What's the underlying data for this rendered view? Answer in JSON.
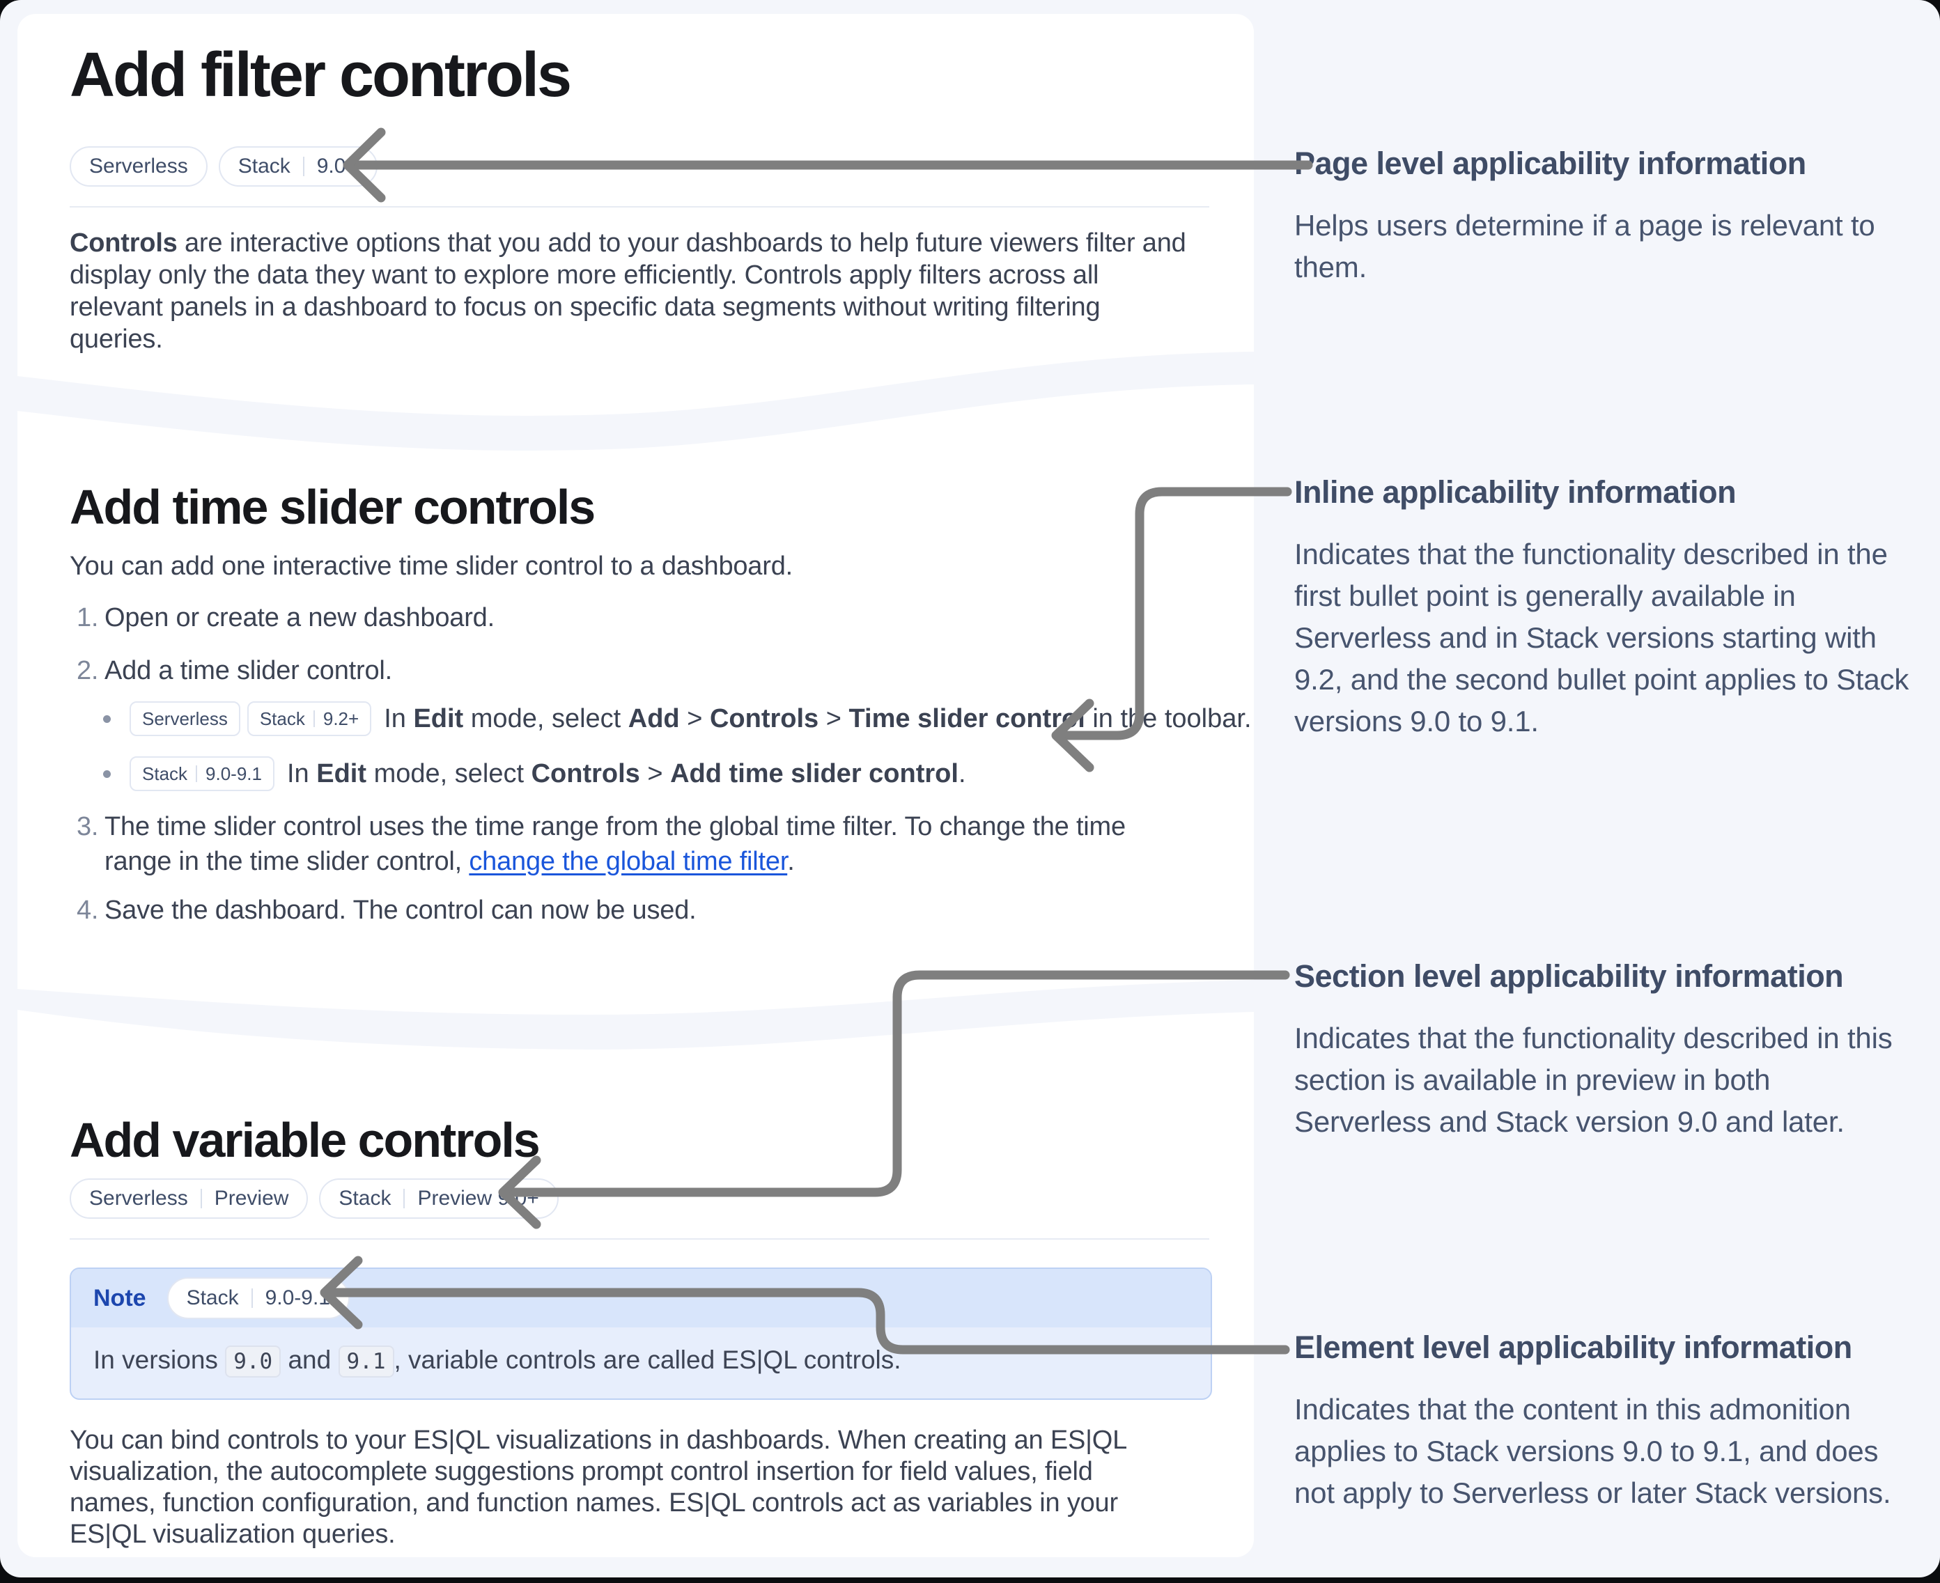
{
  "colors": {
    "page_background": "#f4f6fb",
    "card_background": "#ffffff",
    "heading_text": "#17181c",
    "body_text": "#3b4252",
    "annotation_text": "#47546e",
    "link": "#1a56db",
    "note_header_background": "#d8e5fb",
    "note_body_background": "#e7eefc",
    "note_label": "#1c46ae",
    "arrow": "#7f7f7f",
    "badge_border": "#e2e7f2"
  },
  "article": {
    "sections": [
      {
        "title": "Add filter controls",
        "badges": [
          [
            "Serverless"
          ],
          [
            "Stack",
            "9.0+"
          ]
        ],
        "intro": [
          {
            "t": "Controls"
          },
          {
            "t": " are interactive options that you add to your dashboards to help future viewers filter and display only the data they want to explore more efficiently. Controls apply filters across all relevant panels in a dashboard to focus on specific data segments without writing filtering queries."
          }
        ]
      },
      {
        "title": "Add time slider controls",
        "intro": "You can add one interactive time slider control to a dashboard.",
        "markers": [
          "1.",
          "2.",
          "3.",
          "4."
        ],
        "steps": {
          "s1": "Open or create a new dashboard.",
          "s2": "Add a time slider control.",
          "bullet1": {
            "badges": [
              [
                "Serverless"
              ],
              [
                "Stack",
                "9.2+"
              ]
            ],
            "segments": [
              {
                "t": "In "
              },
              {
                "t": "Edit"
              },
              {
                "t": " mode, select "
              },
              {
                "t": "Add"
              },
              {
                "t": " > "
              },
              {
                "t": "Controls"
              },
              {
                "t": " > "
              },
              {
                "t": "Time slider control"
              },
              {
                "t": " in the toolbar."
              }
            ]
          },
          "bullet2": {
            "badges": [
              [
                "Stack",
                "9.0-9.1"
              ]
            ],
            "segments": [
              {
                "t": "In "
              },
              {
                "t": "Edit"
              },
              {
                "t": " mode, select "
              },
              {
                "t": "Controls"
              },
              {
                "t": " > "
              },
              {
                "t": "Add time slider control"
              },
              {
                "t": "."
              }
            ]
          },
          "s3_pre": "The time slider control uses the time range from the global time filter. To change the time range in the time slider control, ",
          "s3_link": "change the global time filter",
          "s3_post": ".",
          "s4": "Save the dashboard. The control can now be used."
        }
      },
      {
        "title": "Add variable controls",
        "badges": [
          [
            "Serverless",
            "Preview"
          ],
          [
            "Stack",
            "Preview 9.0+"
          ]
        ],
        "note": {
          "label": "Note",
          "badge": [
            "Stack",
            "9.0-9.1"
          ],
          "body": [
            {
              "t": "In versions "
            },
            {
              "t": "9.0"
            },
            {
              "t": " and "
            },
            {
              "t": "9.1"
            },
            {
              "t": ", variable controls are called ES|QL controls."
            }
          ]
        },
        "outro": "You can bind controls to your ES|QL visualizations in dashboards. When creating an ES|QL visualization, the autocomplete suggestions prompt control insertion for field values, field names, function configuration, and function names. ES|QL controls act as variables in your ES|QL visualization queries."
      }
    ]
  },
  "annotations": [
    {
      "heading": "Page level applicability information",
      "body": "Helps users determine if a page is relevant to them."
    },
    {
      "heading": "Inline applicability information",
      "body": "Indicates that the functionality described in the first bullet point is generally available in Serverless and in Stack versions starting with 9.2, and the second bullet point applies to Stack versions 9.0 to 9.1."
    },
    {
      "heading": "Section level applicability information",
      "body": "Indicates that the functionality described in this section is available in preview in both Serverless and Stack version 9.0 and later."
    },
    {
      "heading": "Element level applicability information",
      "body": "Indicates that the content in this admonition applies to Stack versions 9.0 to 9.1, and does not apply to Serverless or later Stack versions."
    }
  ]
}
